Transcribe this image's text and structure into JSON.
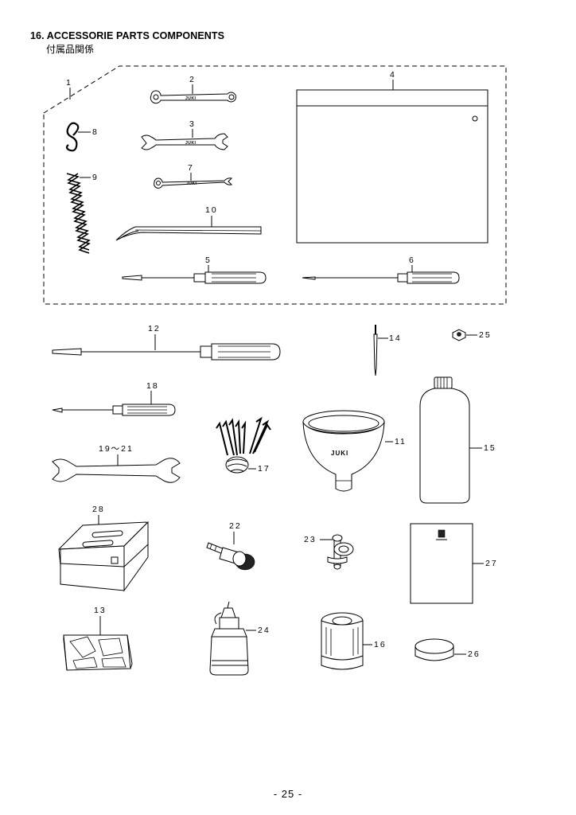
{
  "page": {
    "title": "16. ACCESSORIE PARTS COMPONENTS",
    "subtitle": "付属品関係",
    "page_number": "- 25 -"
  },
  "brand_mark": "JUKI",
  "parts": [
    {
      "key": "p1",
      "label": "1"
    },
    {
      "key": "p2",
      "label": "2"
    },
    {
      "key": "p3",
      "label": "3"
    },
    {
      "key": "p4",
      "label": "4"
    },
    {
      "key": "p5",
      "label": "5"
    },
    {
      "key": "p6",
      "label": "6"
    },
    {
      "key": "p7",
      "label": "7"
    },
    {
      "key": "p8",
      "label": "8"
    },
    {
      "key": "p9",
      "label": "9"
    },
    {
      "key": "p10",
      "label": "10"
    },
    {
      "key": "p11",
      "label": "11"
    },
    {
      "key": "p12",
      "label": "12"
    },
    {
      "key": "p13",
      "label": "13"
    },
    {
      "key": "p14",
      "label": "14"
    },
    {
      "key": "p15",
      "label": "15"
    },
    {
      "key": "p16",
      "label": "16"
    },
    {
      "key": "p17",
      "label": "17"
    },
    {
      "key": "p18",
      "label": "18"
    },
    {
      "key": "p19",
      "label": "19～21"
    },
    {
      "key": "p22",
      "label": "22"
    },
    {
      "key": "p23",
      "label": "23"
    },
    {
      "key": "p24",
      "label": "24"
    },
    {
      "key": "p25",
      "label": "25"
    },
    {
      "key": "p26",
      "label": "26"
    },
    {
      "key": "p27",
      "label": "27"
    },
    {
      "key": "p28",
      "label": "28"
    }
  ]
}
